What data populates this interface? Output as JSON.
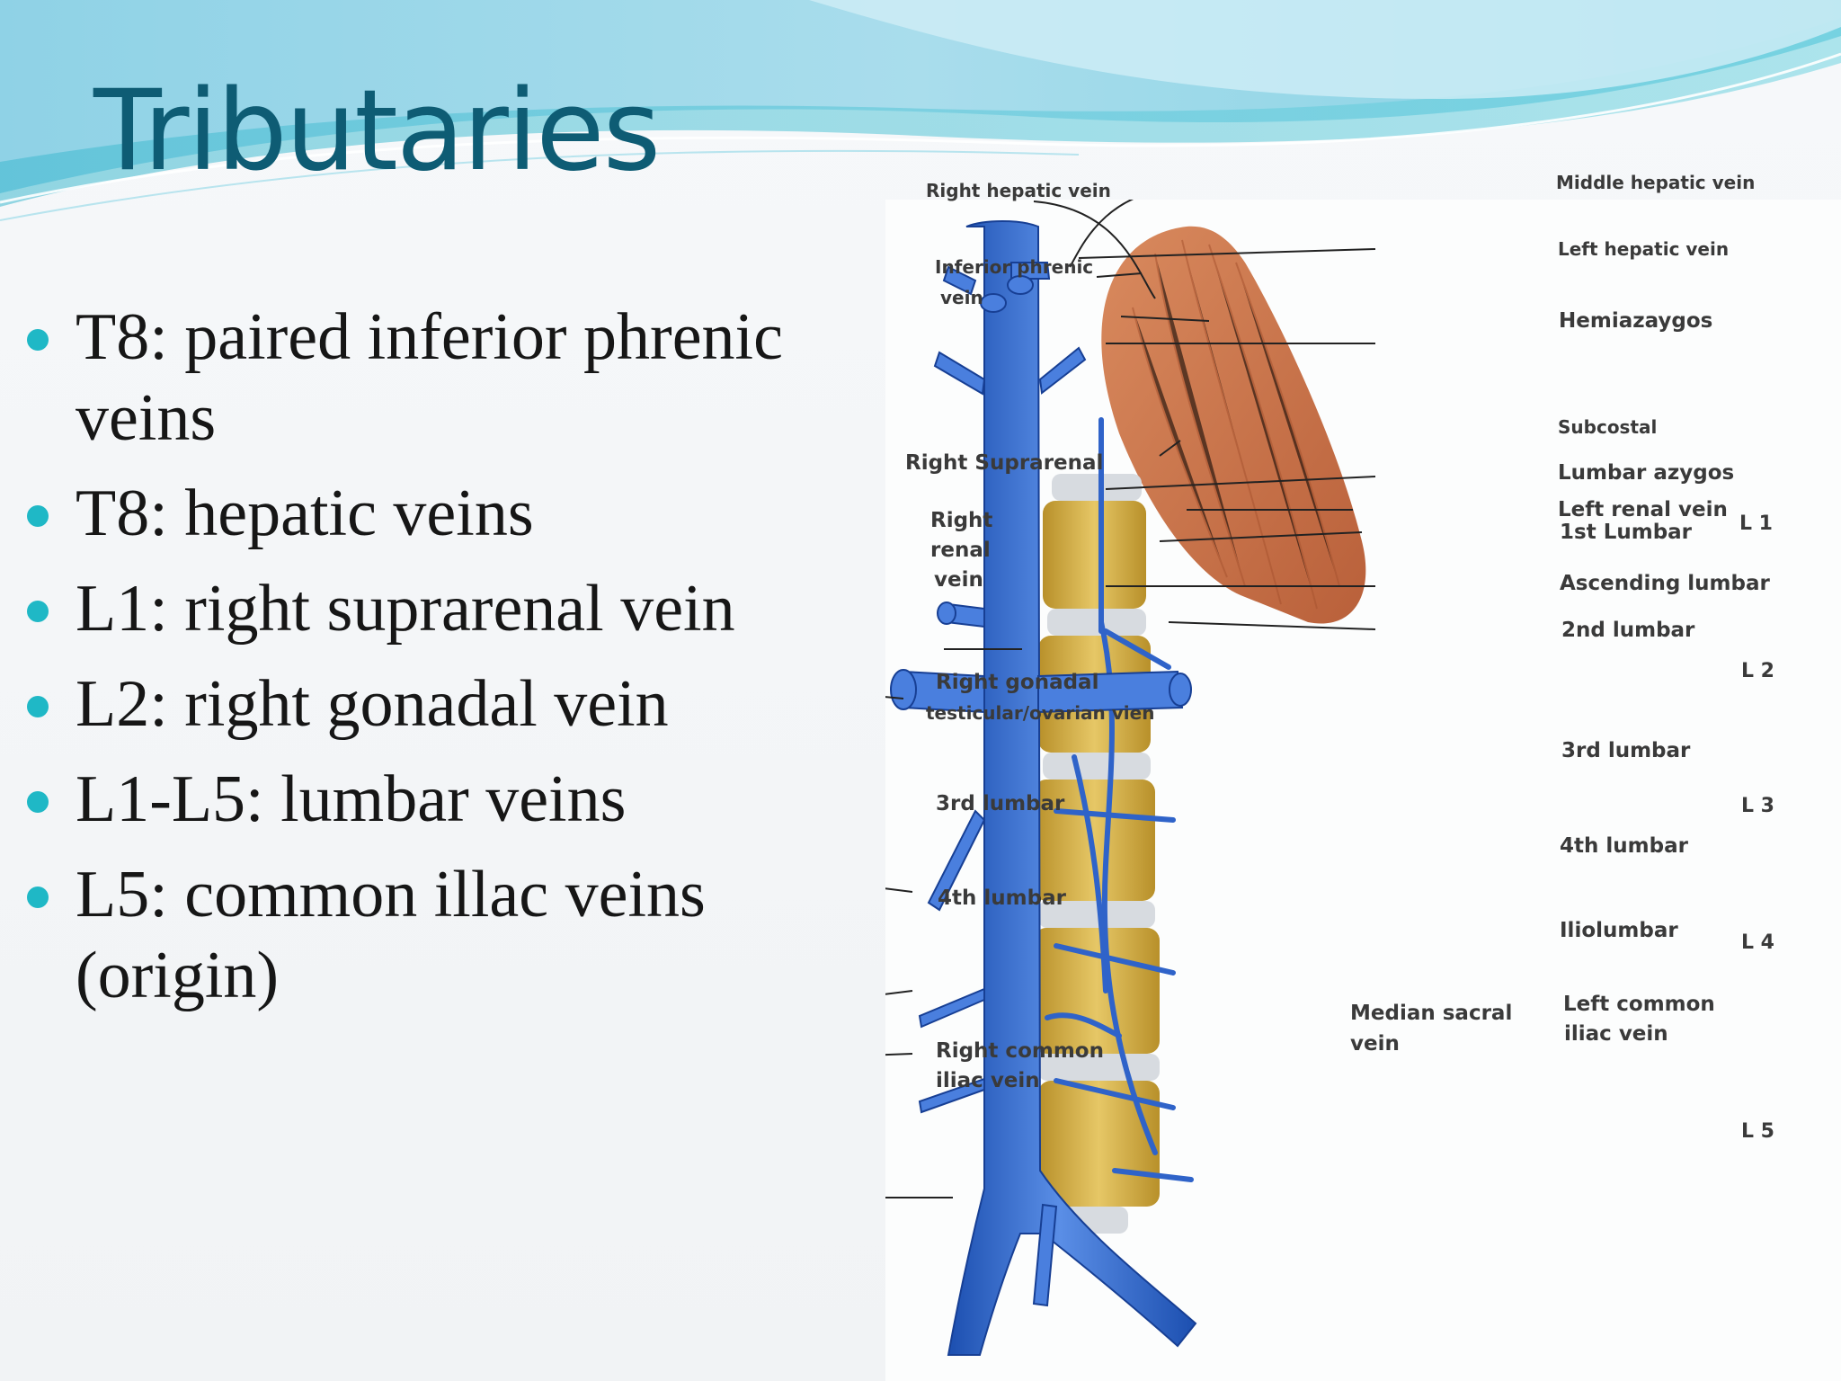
{
  "slide": {
    "title": "Tributaries",
    "bullets": [
      "T8: paired inferior phrenic veins",
      "T8: hepatic veins",
      "L1: right suprarenal vein",
      "L2: right gonadal vein",
      "L1-L5:  lumbar veins",
      "L5: common illac veins (origin)"
    ],
    "accent_color": "#1fb8c6",
    "title_color": "#0e5c74"
  },
  "diagram": {
    "labels_left": {
      "right_hepatic": "Right hepatic vein",
      "inferior_phrenic_1": "Inferior phrenic",
      "inferior_phrenic_2": "vein",
      "right_suprarenal": "Right Suprarenal",
      "right_renal_1": "Right",
      "right_renal_2": "renal",
      "right_renal_3": "vein",
      "right_gonadal_1": "Right gonadal",
      "right_gonadal_2": "testicular/ovarian vien",
      "third_lumbar": "3rd lumbar",
      "fourth_lumbar": "4th lumbar",
      "right_common_iliac_1": "Right common",
      "right_common_iliac_2": "iliac vein"
    },
    "labels_right": {
      "middle_hepatic": "Middle hepatic vein",
      "left_hepatic": "Left hepatic vein",
      "hemiazaygos": "Hemiazaygos",
      "subcostal": "Subcostal",
      "lumbar_azygos": "Lumbar azygos",
      "left_renal": "Left renal vein",
      "first_lumbar": "1st Lumbar",
      "ascending_lumbar": "Ascending lumbar",
      "second_lumbar": "2nd lumbar",
      "third_lumbar": "3rd lumbar",
      "fourth_lumbar": "4th lumbar",
      "iliolumbar": "Iliolumbar",
      "left_common_iliac_1": "Left common",
      "left_common_iliac_2": "iliac vein"
    },
    "labels_bottom": {
      "median_sacral_1": "Median sacral",
      "median_sacral_2": "vein"
    },
    "levels": [
      "L 1",
      "L 2",
      "L 3",
      "L 4",
      "L 5"
    ],
    "vein_color": "#2f63c9",
    "muscle_color": "#c9764e",
    "vertebra_color": "#d9b64a"
  }
}
